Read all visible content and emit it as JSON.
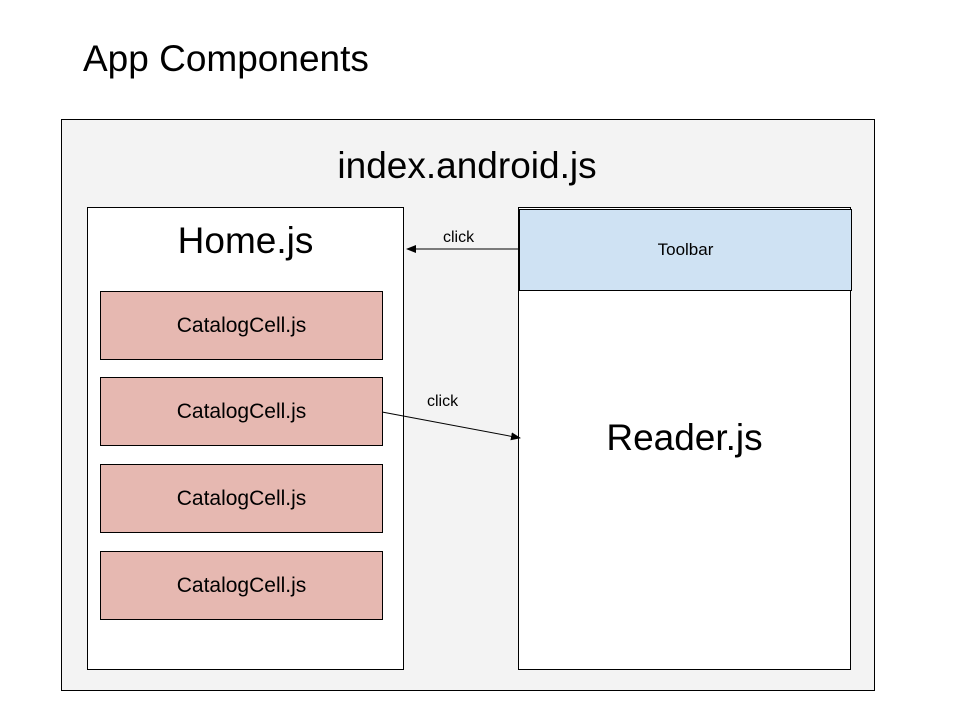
{
  "page": {
    "title": "App Components"
  },
  "diagram": {
    "container": {
      "label": "index.android.js"
    },
    "home": {
      "label": "Home.js",
      "cells": [
        {
          "label": "CatalogCell.js"
        },
        {
          "label": "CatalogCell.js"
        },
        {
          "label": "CatalogCell.js"
        },
        {
          "label": "CatalogCell.js"
        }
      ]
    },
    "reader": {
      "label": "Reader.js",
      "toolbar": {
        "label": "Toolbar"
      }
    },
    "edges": [
      {
        "from": "toolbar",
        "to": "home",
        "label": "click"
      },
      {
        "from": "catalog-cell-2",
        "to": "reader",
        "label": "click"
      }
    ],
    "colors": {
      "container_fill": "#f3f3f3",
      "cell_fill": "#e6b8b1",
      "toolbar_fill": "#cfe2f3",
      "box_fill": "#ffffff",
      "stroke": "#000000"
    }
  }
}
